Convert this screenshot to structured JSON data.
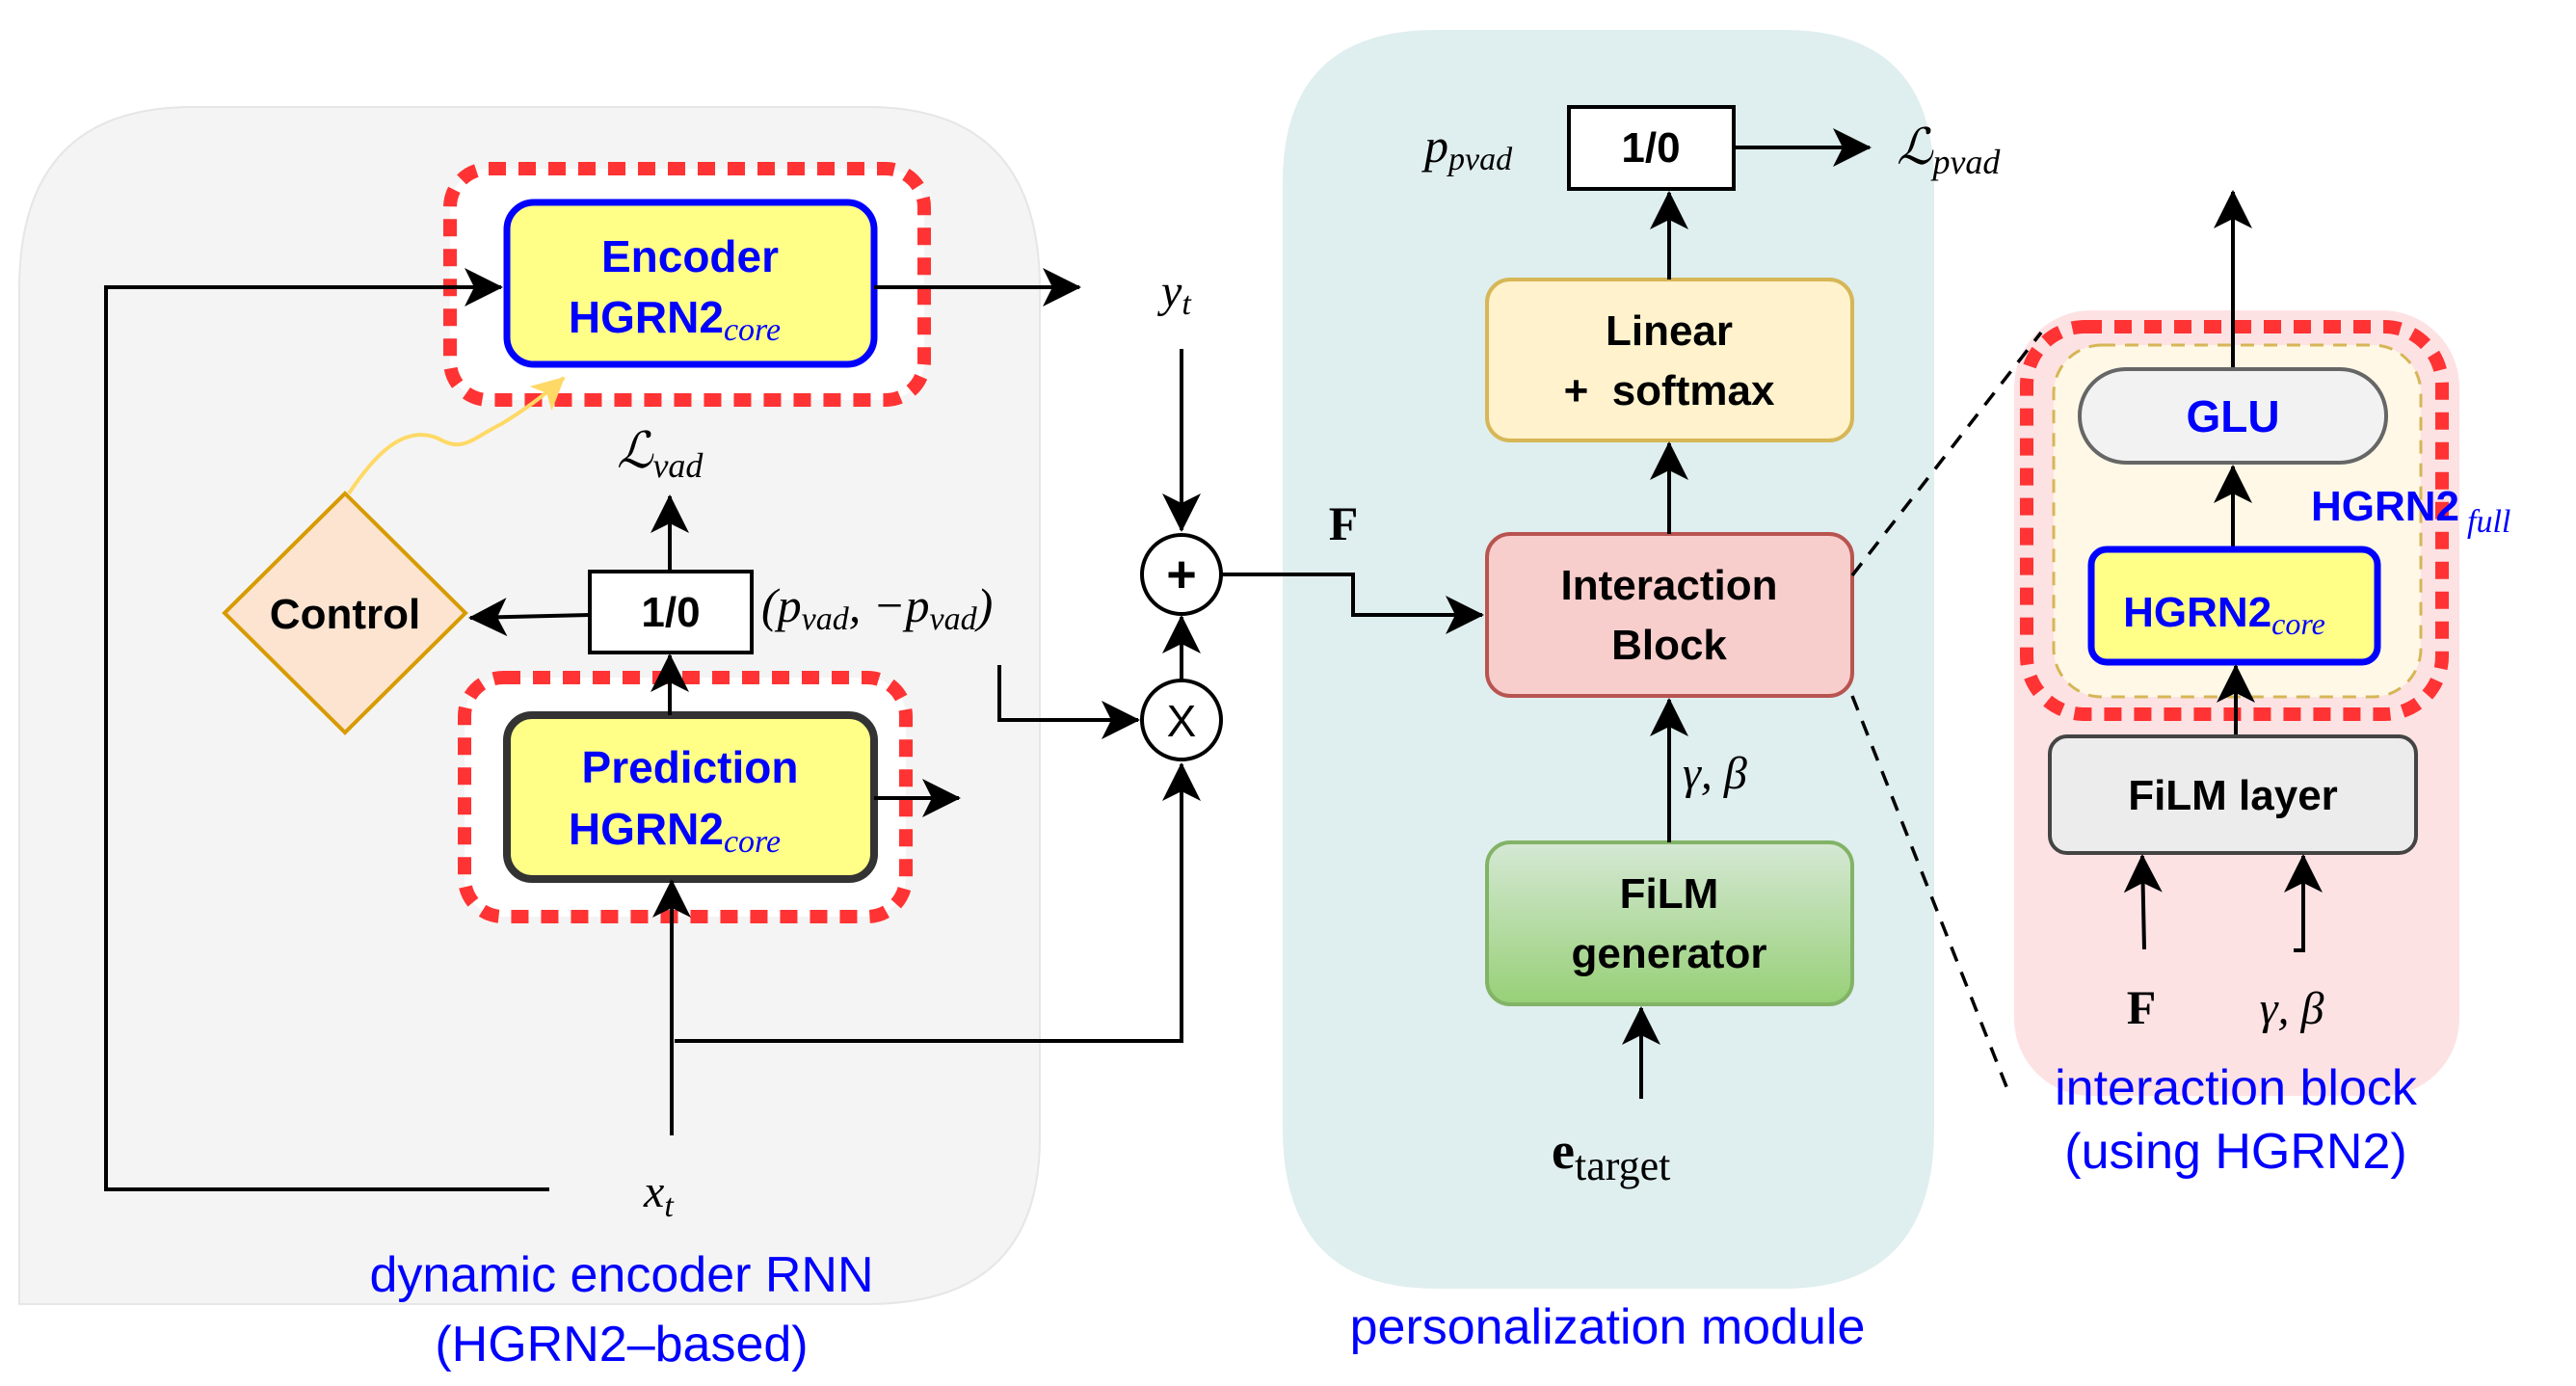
{
  "panels": {
    "encoder_panel": {
      "caption_line1": "dynamic encoder RNN",
      "caption_line2": "(HGRN2–based)",
      "color": "#f4f4f4"
    },
    "personalization_panel": {
      "caption": "personalization module",
      "color": "#dfeeee"
    },
    "interaction_panel": {
      "caption_line1": "interaction block",
      "caption_line2": "(using HGRN2)",
      "color": "#fde2e4"
    }
  },
  "encoder": {
    "encoder_block": {
      "title": "Encoder",
      "name": "HGRN2",
      "subscript": "core"
    },
    "prediction_block": {
      "title": "Prediction",
      "name": "HGRN2",
      "subscript": "core"
    },
    "decision_box": "1/0",
    "control": "Control",
    "loss": {
      "main": "ℒ",
      "sub": "vad"
    },
    "decision_output": {
      "open": "(",
      "p1": "p",
      "s1": "vad",
      "sep": ", −",
      "p2": "p",
      "s2": "vad",
      "close": ")"
    },
    "output_label": {
      "main": "y",
      "sub": "t"
    },
    "input_label": {
      "main": "x",
      "sub": "t"
    }
  },
  "operators": {
    "plus": "+",
    "times": "X",
    "feature_label": "F"
  },
  "personalization": {
    "decision_box": "1/0",
    "prob_label": {
      "main": "p",
      "sub": "pvad"
    },
    "loss": {
      "main": "ℒ",
      "sub": "pvad"
    },
    "linear_block": {
      "line1": "Linear",
      "line2": "+  softmax"
    },
    "interaction_block": {
      "line1": "Interaction",
      "line2": "Block"
    },
    "film_generator": {
      "line1": "FiLM",
      "line2": "generator"
    },
    "film_params": "γ, β",
    "embedding": {
      "main": "e",
      "sub": "target"
    }
  },
  "interaction_detail": {
    "glu": "GLU",
    "core_block": {
      "name": "HGRN2",
      "subscript": "core"
    },
    "full_label": {
      "name": "HGRN2",
      "subscript": "full"
    },
    "film_layer": "FiLM layer",
    "input_f": "F",
    "input_params": "γ, β"
  },
  "colors": {
    "highlight_dash": "#ff3333",
    "block_yellow": "#ffff88",
    "block_blue_border": "#0000ff",
    "text_blue": "#0000ff",
    "control_fill": "#fce4d1",
    "control_border": "#d79b00",
    "linear_fill": "#fff2cc",
    "linear_border": "#d6b656",
    "interaction_fill": "#f8cecc",
    "interaction_border": "#b85450",
    "film_fill_top": "#d5e8d4",
    "film_fill_bottom": "#97d077",
    "film_border": "#82b366"
  }
}
